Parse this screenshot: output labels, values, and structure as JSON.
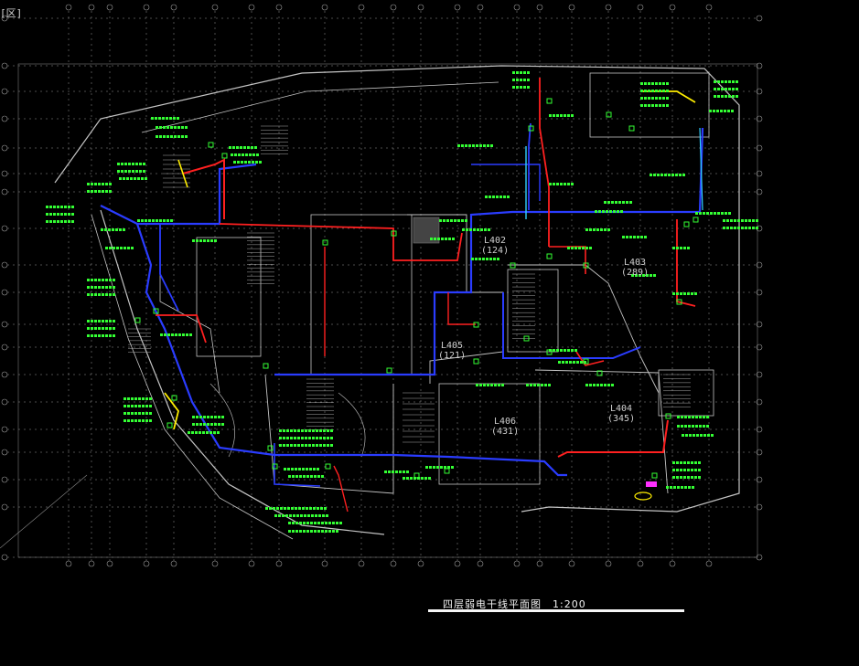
{
  "corner_mark": "[区]",
  "title": {
    "text": "四层弱电干线平面图",
    "scale": "1:200"
  },
  "rooms": [
    {
      "code": "L402",
      "area": "(124)"
    },
    {
      "code": "L403",
      "area": "(289)"
    },
    {
      "code": "L405",
      "area": "(121)"
    },
    {
      "code": "L404",
      "area": "(345)"
    },
    {
      "code": "L406",
      "area": "(431)"
    }
  ],
  "colors": {
    "background": "#000000",
    "grid": "#9a9a9a",
    "wall": "#c4c4c4",
    "trunk_blue": "#2a3cff",
    "trunk_red": "#ff2020",
    "label_green": "#33ff33",
    "marker_yellow": "#ffee00",
    "marker_magenta": "#ff30ff",
    "cyan": "#30d0ff"
  }
}
